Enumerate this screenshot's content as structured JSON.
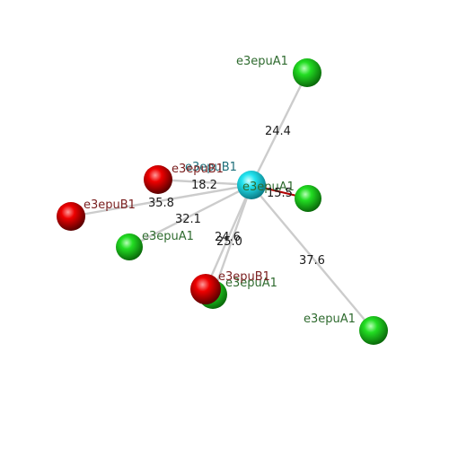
{
  "colors": {
    "green": "#22cc22",
    "red": "#dd0000",
    "cyan": "#22e0ee",
    "edge": "#cfcfcf",
    "edge_red": "#b00000"
  },
  "center_label": "e3epuA1",
  "nodes": [
    {
      "id": "g_top",
      "type": "green",
      "label": "e3epuA1"
    },
    {
      "id": "g_right",
      "type": "green",
      "label": "e3epuA1"
    },
    {
      "id": "g_bottom_right",
      "type": "green",
      "label": "e3epuA1"
    },
    {
      "id": "g_left",
      "type": "green",
      "label": "e3epuA1"
    },
    {
      "id": "g_bottom",
      "type": "green",
      "label": "e3epuA1"
    },
    {
      "id": "r_upper",
      "type": "red",
      "label": "e3epuB1"
    },
    {
      "id": "r_left",
      "type": "red",
      "label": "e3epuB1"
    },
    {
      "id": "r_bottom",
      "type": "red",
      "label": "e3epuB1"
    }
  ],
  "overlap_label": "e3epuB1",
  "distances": {
    "g_top": "24.4",
    "g_right": "15.5",
    "g_bottom_right": "37.6",
    "g_left": "32.1",
    "g_bottom": "25.0",
    "r_upper": "18.2",
    "r_left": "35.8",
    "r_bottom": "24.6"
  }
}
